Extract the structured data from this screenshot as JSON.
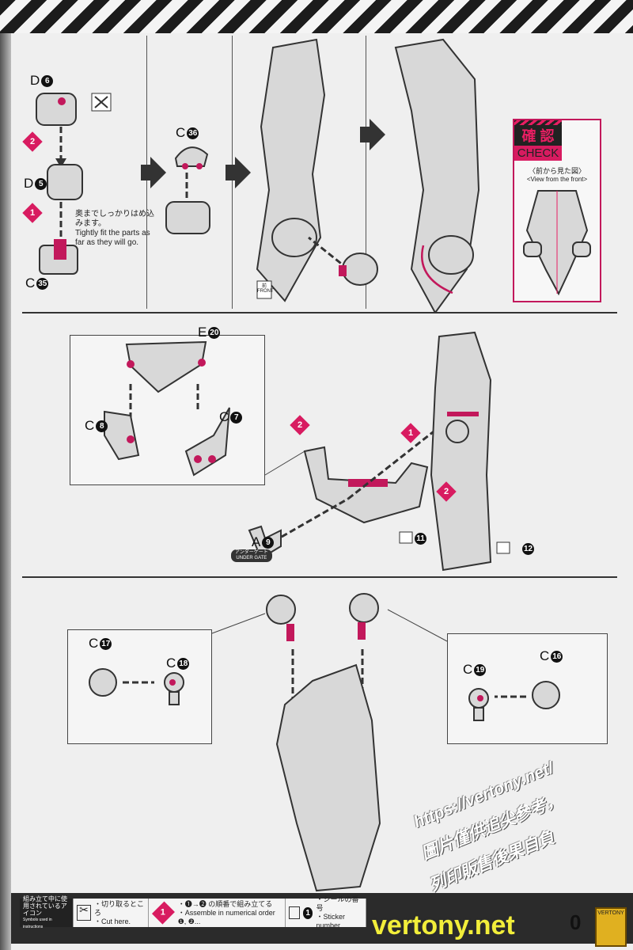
{
  "section1": {
    "parts": {
      "d6": "D",
      "d6n": "6",
      "d5": "D",
      "d5n": "5",
      "c35": "C",
      "c35n": "35",
      "c36": "C",
      "c36n": "36"
    },
    "steps": [
      "2",
      "1"
    ],
    "note_jp": "奥までしっかりはめ込みます。",
    "note_en": "Tightly fit the parts as far as they will go.",
    "front_jp": "前",
    "front_en": "FRONT",
    "check": {
      "title_jp": "確 認",
      "title_en": "CHECK",
      "caption_jp": "〈前から見た図〉",
      "caption_en": "<View from the front>"
    }
  },
  "section2": {
    "parts": {
      "e20": "E",
      "e20n": "20",
      "c7": "C",
      "c7n": "7",
      "c8": "C",
      "c8n": "8",
      "a9": "A",
      "a9n": "9"
    },
    "steps": [
      "2",
      "1",
      "2"
    ],
    "under_gate_jp": "アンダーゲート",
    "under_gate_en": "UNDER GATE",
    "stickers": [
      "11",
      "12"
    ]
  },
  "section3": {
    "parts": {
      "c17": "C",
      "c17n": "17",
      "c18": "C",
      "c18n": "18",
      "c19": "C",
      "c19n": "19",
      "c16": "C",
      "c16n": "16"
    }
  },
  "watermark": {
    "url": "https://vertony.net/",
    "line1": "圖片僅供追尖參考，",
    "line2": "列印販售後果自負",
    "site": "vertony.net",
    "logo": "VERTONY"
  },
  "legend": {
    "title_jp": "組み立て中に使用されているアイコン",
    "title_en": "Symbols used in instructions",
    "cut_jp": "・切り取るところ",
    "cut_en": "・Cut here.",
    "order_num": "1",
    "order_jp": "・❶→❷ の順番で組み立てる",
    "order_en": "・Assemble in numerical order ❶, ❷...",
    "sticker_jp": "・シールの番号",
    "sticker_en": "・Sticker number",
    "page_number": "0"
  }
}
